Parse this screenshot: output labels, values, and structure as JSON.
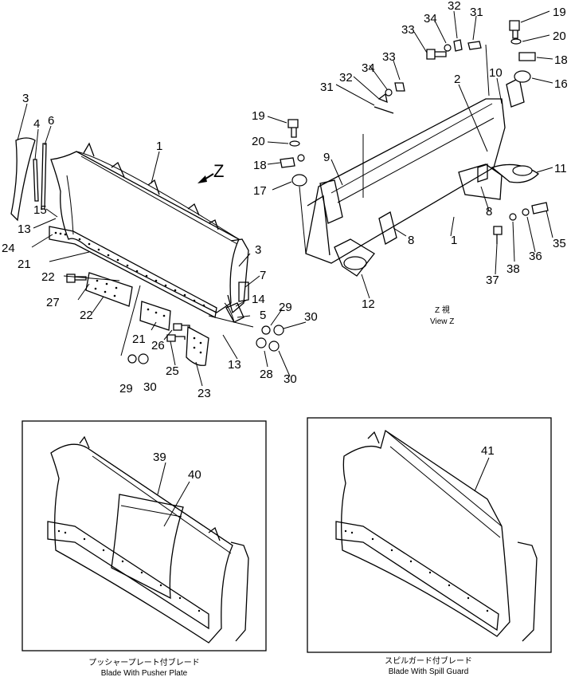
{
  "callouts": [
    {
      "text": "1"
    },
    {
      "text": "3"
    },
    {
      "text": "4"
    },
    {
      "text": "6"
    },
    {
      "text": "15"
    },
    {
      "text": "13"
    },
    {
      "text": "24"
    },
    {
      "text": "21"
    },
    {
      "text": "22"
    },
    {
      "text": "27"
    },
    {
      "text": "22"
    },
    {
      "text": "3"
    },
    {
      "text": "7"
    },
    {
      "text": "14"
    },
    {
      "text": "5"
    },
    {
      "text": "21"
    },
    {
      "text": "26"
    },
    {
      "text": "25"
    },
    {
      "text": "23"
    },
    {
      "text": "13"
    },
    {
      "text": "29"
    },
    {
      "text": "30"
    },
    {
      "text": "29"
    },
    {
      "text": "30"
    },
    {
      "text": "28"
    },
    {
      "text": "30"
    },
    {
      "text": "19"
    },
    {
      "text": "20"
    },
    {
      "text": "18"
    },
    {
      "text": "17"
    },
    {
      "text": "31"
    },
    {
      "text": "32"
    },
    {
      "text": "34"
    },
    {
      "text": "33"
    },
    {
      "text": "33"
    },
    {
      "text": "34"
    },
    {
      "text": "32"
    },
    {
      "text": "31"
    },
    {
      "text": "19"
    },
    {
      "text": "20"
    },
    {
      "text": "18"
    },
    {
      "text": "16"
    },
    {
      "text": "10"
    },
    {
      "text": "2"
    },
    {
      "text": "9"
    },
    {
      "text": "11"
    },
    {
      "text": "8"
    },
    {
      "text": "8"
    },
    {
      "text": "1"
    },
    {
      "text": "12"
    },
    {
      "text": "35"
    },
    {
      "text": "36"
    },
    {
      "text": "37"
    },
    {
      "text": "38"
    },
    {
      "text": "Z"
    },
    {
      "text": "39"
    },
    {
      "text": "40"
    },
    {
      "text": "41"
    }
  ],
  "view_label": {
    "jp": "Z 視",
    "en": "View Z"
  },
  "caption_left": {
    "jp": "プッシャープレート付ブレード",
    "en": "Blade With Pusher Plate"
  },
  "caption_right": {
    "jp": "スピルガード付ブレード",
    "en": "Blade With Spill Guard"
  }
}
